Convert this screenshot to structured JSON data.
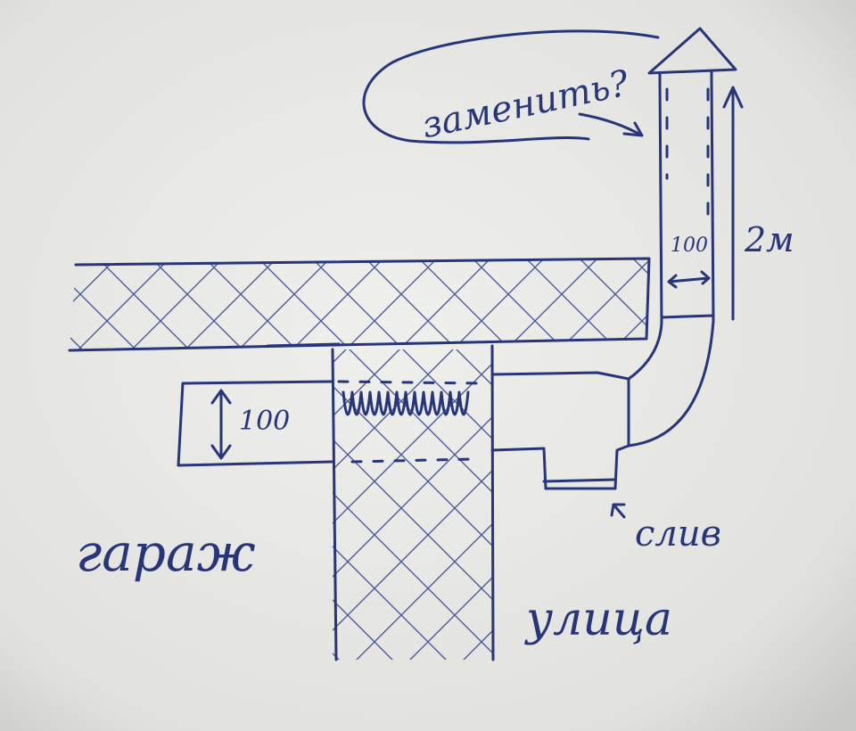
{
  "labels": {
    "replace_question": "заменить?",
    "pipe_height": "2м",
    "pipe_diameter": "100",
    "duct_height": "100",
    "drain": "слив",
    "garage": "гараж",
    "street": "улица"
  },
  "colors": {
    "paper": "#e6e6e3",
    "ink": "#27367a"
  }
}
